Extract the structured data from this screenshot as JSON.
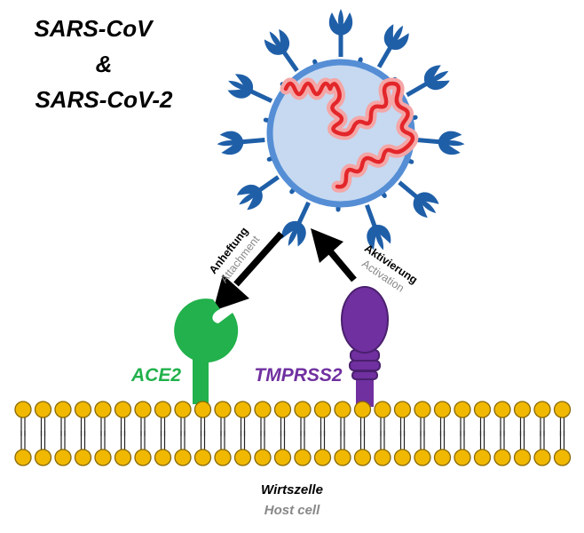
{
  "title": {
    "line1": "SARS-CoV",
    "line2": "&",
    "line3": "SARS-CoV-2"
  },
  "arrows": {
    "attachment": {
      "de": "Anheftung",
      "en": "Attachment"
    },
    "activation": {
      "de": "Aktivierung",
      "en": "Activation"
    }
  },
  "proteins": {
    "ace2": {
      "label": "ACE2",
      "color": "#22b14c"
    },
    "tmprss2": {
      "label": "TMPRSS2",
      "color": "#7030a0"
    }
  },
  "host_cell": {
    "de": "Wirtszelle",
    "en": "Host cell"
  },
  "colors": {
    "virus_fill": "#c6d9f1",
    "virus_outline": "#558ed5",
    "spike": "#1f5fa8",
    "rna": "#e3262a",
    "rna_glow": "#f4a6a6",
    "lipid_head": "#f0b800",
    "lipid_outline": "#8a6a00",
    "arrow": "#000000"
  }
}
